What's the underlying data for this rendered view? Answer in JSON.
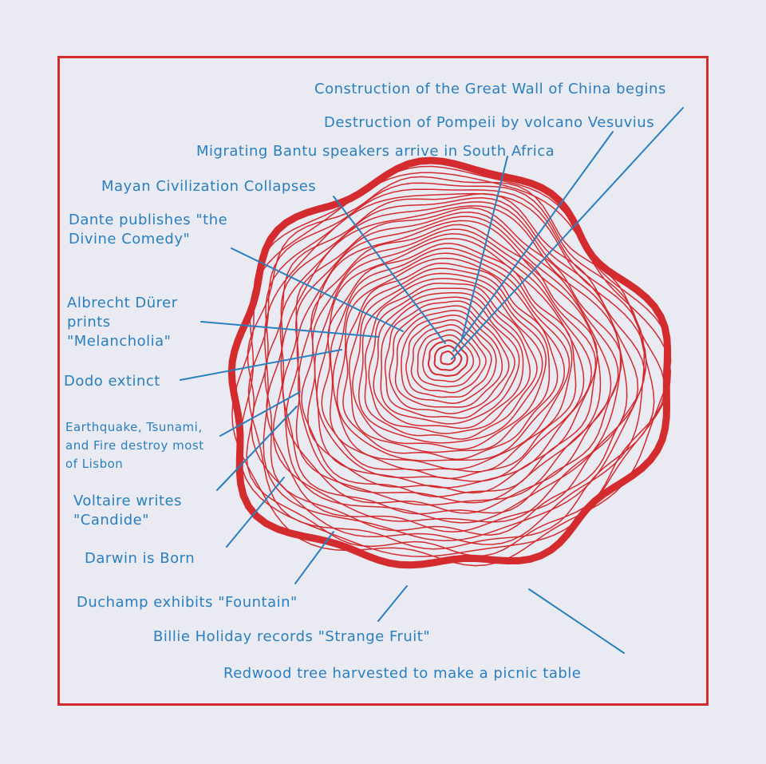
{
  "colors": {
    "background": "#e9eaf2",
    "frame": "#d42b2f",
    "rings": "#d42b2f",
    "labels": "#2a7fbf"
  },
  "labels": {
    "great_wall": "Construction of the Great Wall of China begins",
    "pompeii": "Destruction of Pompeii by volcano Vesuvius",
    "bantu": "Migrating Bantu speakers arrive in South Africa",
    "mayan": "Mayan Civilization Collapses",
    "dante_1": "Dante publishes \"the",
    "dante_2": "Divine Comedy\"",
    "durer_1": "Albrecht Dürer",
    "durer_2": "prints",
    "durer_3": "\"Melancholia\"",
    "dodo": "Dodo extinct",
    "lisbon_1": "Earthquake, Tsunami,",
    "lisbon_2": "and Fire destroy most",
    "lisbon_3": "of Lisbon",
    "voltaire_1": "Voltaire writes",
    "voltaire_2": "\"Candide\"",
    "darwin": "Darwin is Born",
    "duchamp": "Duchamp exhibits \"Fountain\"",
    "holiday": "Billie Holiday records \"Strange Fruit\"",
    "redwood": "Redwood tree harvested to make a picnic table"
  }
}
